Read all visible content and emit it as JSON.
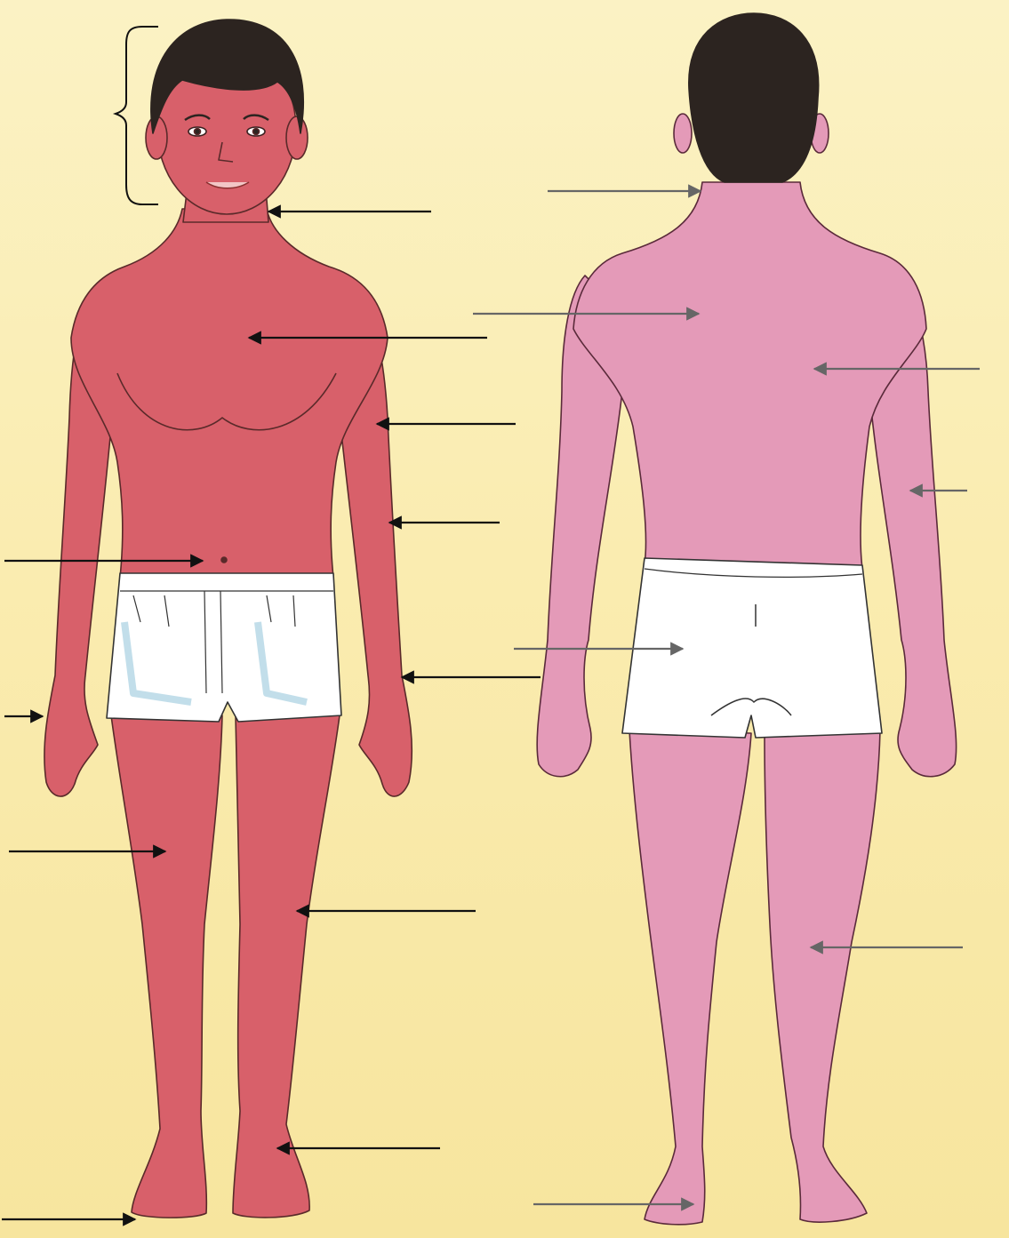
{
  "diagram": {
    "colors": {
      "background": "#f9ebb3",
      "front_skin": "#d8606a",
      "back_skin": "#e49ab8",
      "hair": "#2c2420",
      "shorts": "#ffffff",
      "front_arrow": "#111111",
      "back_arrow": "#666666"
    },
    "figures": [
      {
        "name": "front-view"
      },
      {
        "name": "back-view"
      }
    ],
    "pointer_arrows": [
      {
        "name": "arrow-neck-front"
      },
      {
        "name": "arrow-chest"
      },
      {
        "name": "arrow-upper-arm"
      },
      {
        "name": "arrow-elbow"
      },
      {
        "name": "arrow-navel"
      },
      {
        "name": "arrow-forearm"
      },
      {
        "name": "arrow-hand"
      },
      {
        "name": "arrow-thigh"
      },
      {
        "name": "arrow-knee"
      },
      {
        "name": "arrow-ankle"
      },
      {
        "name": "arrow-toes"
      },
      {
        "name": "arrow-nape"
      },
      {
        "name": "arrow-shoulder"
      },
      {
        "name": "arrow-back"
      },
      {
        "name": "arrow-back-elbow"
      },
      {
        "name": "arrow-buttocks"
      },
      {
        "name": "arrow-back-knee"
      },
      {
        "name": "arrow-heel"
      }
    ],
    "brackets": [
      {
        "name": "head-bracket"
      }
    ]
  }
}
